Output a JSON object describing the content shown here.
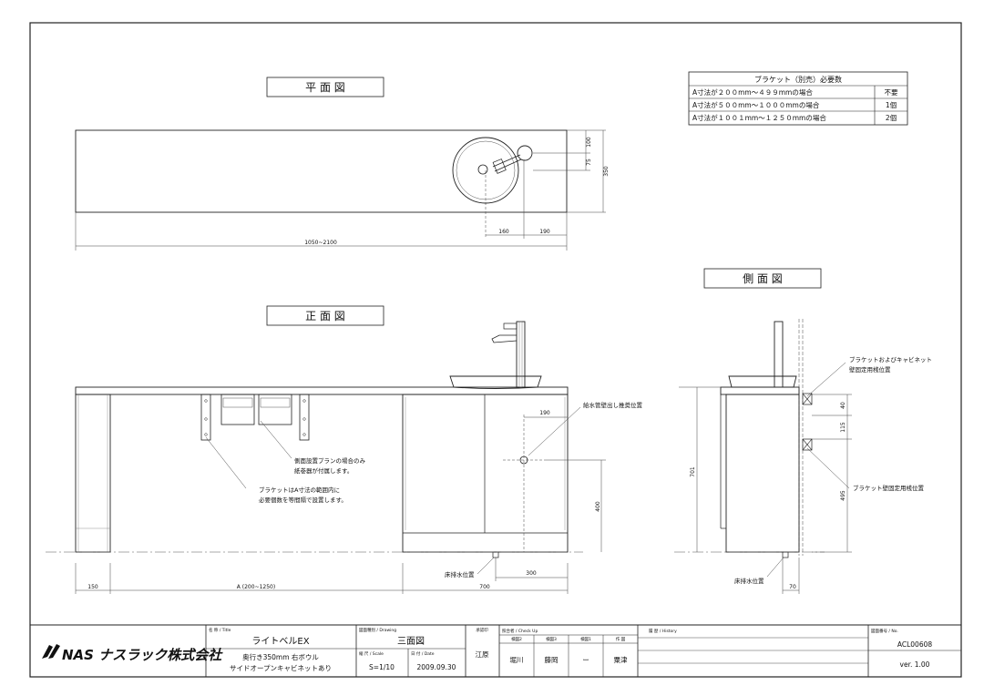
{
  "views": {
    "plan_title": "平 面 図",
    "front_title": "正 面 図",
    "side_title": "側 面 図"
  },
  "bracket_table": {
    "title": "ブラケット（別売）必要数",
    "rows": [
      {
        "condition": "A寸法が２００mm～４９９mmの場合",
        "count": "不要"
      },
      {
        "condition": "A寸法が５００mm～１０００mmの場合",
        "count": "1個"
      },
      {
        "condition": "A寸法が１００１mm～１２５０mmの場合",
        "count": "2個"
      }
    ]
  },
  "plan_dims": {
    "total_width": "1050~2100",
    "d160": "160",
    "d190": "190",
    "d100": "100",
    "d75": "75",
    "d350": "350"
  },
  "front_dims": {
    "d150": "150",
    "a_range": "A  (200~1250)",
    "d700": "700",
    "d300": "300",
    "d190": "190",
    "d400": "400"
  },
  "side_dims": {
    "d701": "701",
    "d40": "40",
    "d115": "115",
    "d495": "495",
    "d70": "70"
  },
  "notes": {
    "water_supply": "給水管壁出し推奨位置",
    "paper_holder_1": "側面設置プランの場合のみ",
    "paper_holder_2": "紙巻器が付属します。",
    "bracket_note_1": "ブラケットはA寸法の範囲内に",
    "bracket_note_2": "必要個数を等間隔で設置します。",
    "drain_front": "床排水位置",
    "drain_side": "床排水位置",
    "bracket_cabinet_1": "ブラケットおよびキャビネット",
    "bracket_cabinet_2": "壁固定用桟位置",
    "bracket_fix": "ブラケット壁固定用桟位置"
  },
  "title_block": {
    "logo_text": "NAS ナスラック株式会社",
    "name_label": "名 称 / Title",
    "name_value": "ライトベルEX",
    "desc_line1": "奥行き350mm 右ボウル",
    "desc_line2": "サイドオープンキャビネットあり",
    "drawing_label": "図面種別 / Drawing",
    "drawing_value": "三面図",
    "scale_label": "縮 尺 / Scale",
    "scale_value": "S=1/10",
    "date_label": "日 付 / Date",
    "date_value": "2009.09.30",
    "drafter_label": "承認印",
    "drafter_value": "江原",
    "check_label": "照合者 / Check Up",
    "check_cols": [
      "検図2",
      "検図3",
      "検図1",
      "作 図"
    ],
    "check_values": [
      "堀川",
      "藤岡",
      "ー",
      "粟津"
    ],
    "history_label": "履 歴 / History",
    "no_label": "図面番号 / No.",
    "no_value": "ACL00608",
    "version": "ver. 1.00"
  }
}
